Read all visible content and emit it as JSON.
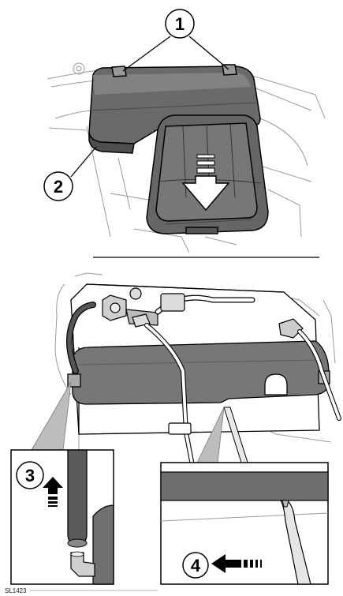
{
  "figure": {
    "callouts": {
      "c1": "1",
      "c2": "2",
      "c3": "3",
      "c4": "4"
    },
    "reference_code": "SL1423",
    "colors": {
      "line": "#000000",
      "light_line": "#9a9a9a",
      "cover_dark": "#5f5f5f",
      "cover_mid": "#707070",
      "cover_top": "#808080",
      "strip": "#777777",
      "cable_dark": "#555555",
      "background": "#ffffff"
    },
    "icons": [
      "down-arrow-icon",
      "up-arrow-icon",
      "left-arrow-icon"
    ]
  }
}
